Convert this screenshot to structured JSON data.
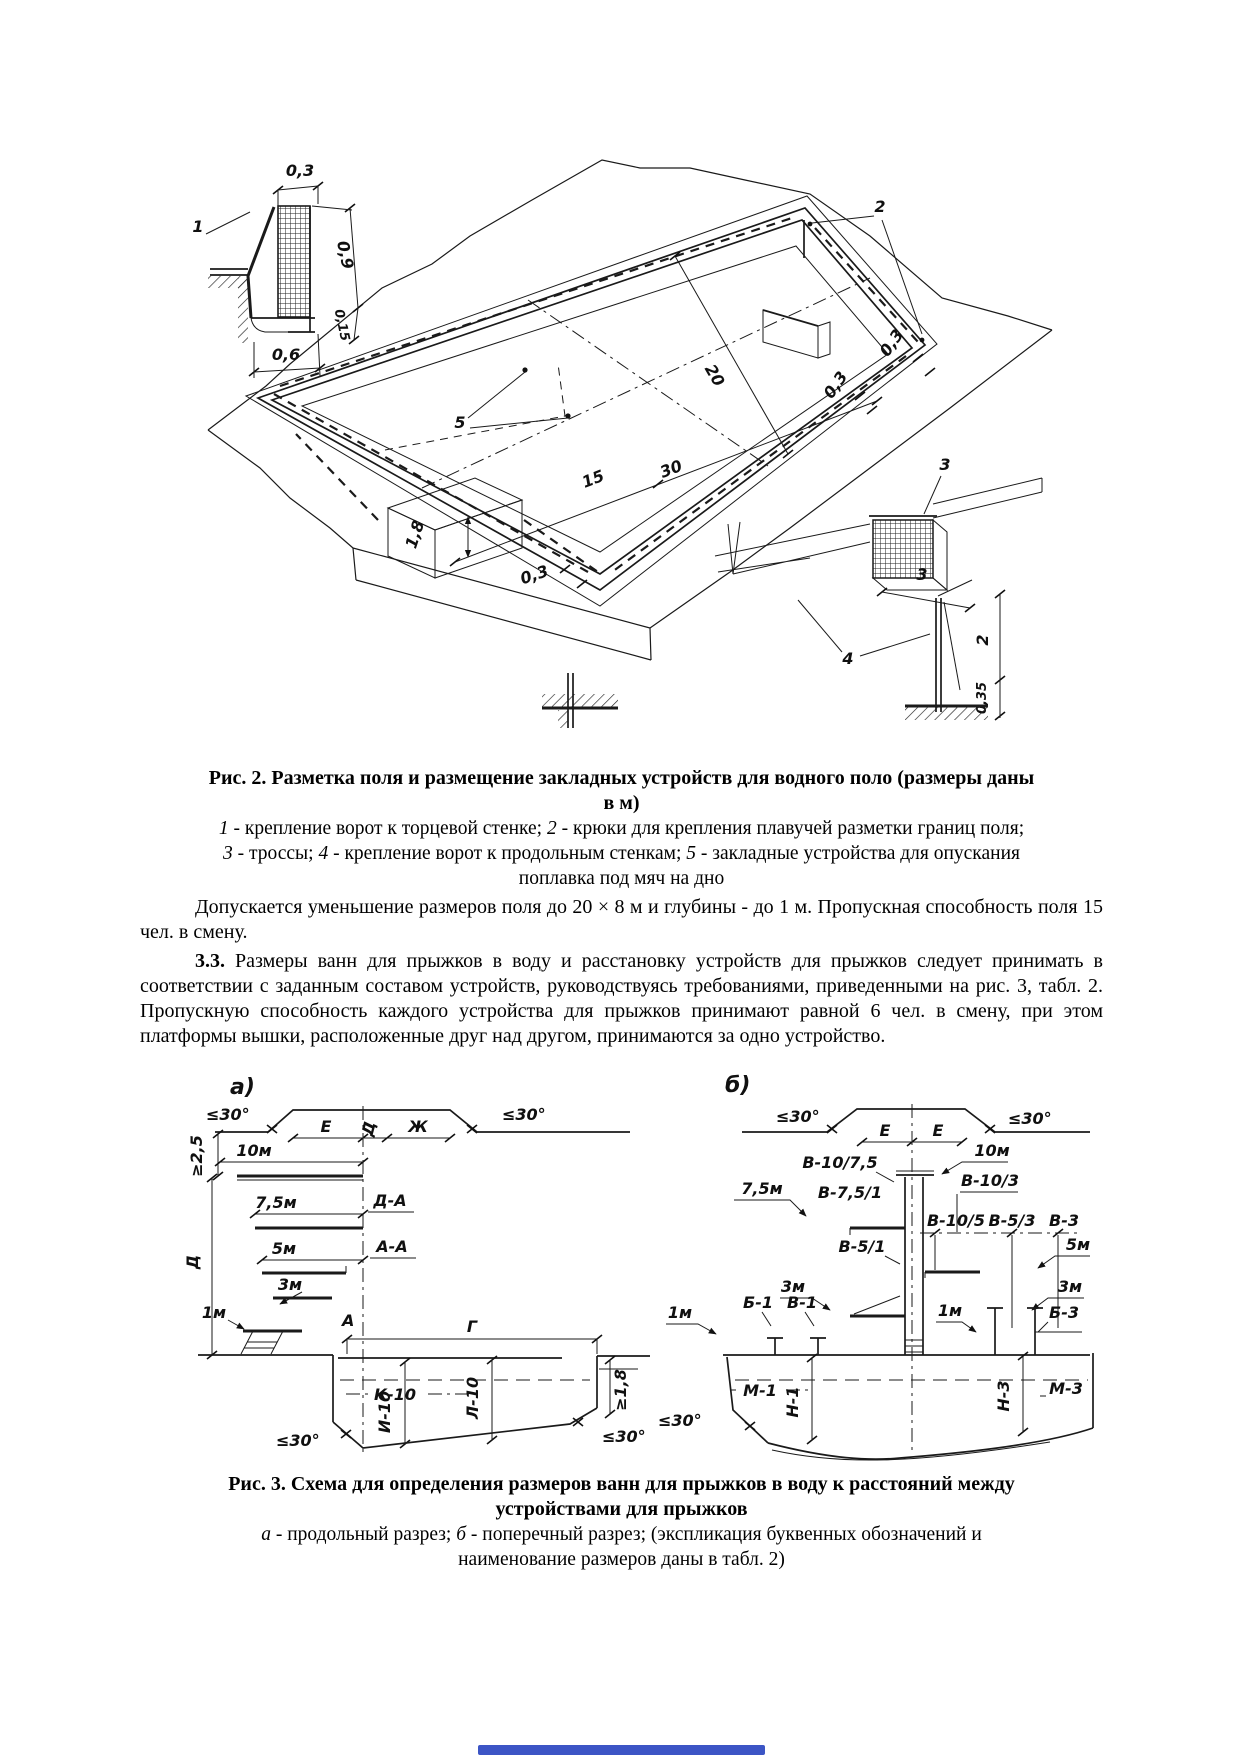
{
  "fig2": {
    "dims": {
      "d03": "0,3",
      "d09": "0,9",
      "d06": "0,6",
      "d015": "0,15",
      "d20": "20",
      "d30": "30",
      "d15": "15",
      "d18": "1,8",
      "d3": "3",
      "d2": "2",
      "d035": "0,35"
    },
    "callouts": {
      "c1": "1",
      "c2": "2",
      "c3": "3",
      "c4": "4",
      "c5": "5"
    },
    "caption": [
      "Рис. 2. Разметка поля и размещение закладных устройств для водного поло (размеры даны",
      "в м)"
    ],
    "legend": [
      [
        {
          "i": "1"
        },
        {
          "t": " - крепление ворот к торцевой стенке; "
        },
        {
          "i": "2"
        },
        {
          "t": " - крюки для крепления плавучей разметки границ поля;"
        }
      ],
      [
        {
          "i": "3"
        },
        {
          "t": " - троссы; "
        },
        {
          "i": "4"
        },
        {
          "t": " - крепление ворот к продольным стенкам; "
        },
        {
          "i": "5"
        },
        {
          "t": " - закладные устройства для опускания"
        }
      ],
      [
        {
          "t": "поплавка под мяч на дно"
        }
      ]
    ]
  },
  "paragraphs": {
    "p1": "Допускается уменьшение размеров поля до 20 × 8 м и глубины - до 1 м. Пропускная способность поля 15 чел. в смену.",
    "p2_num": "3.3.",
    "p2": " Размеры ванн для прыжков в воду и расстановку устройств для прыжков следует принимать в соответствии с заданным составом устройств, руководствуясь требованиями, приведенными на рис. 3, табл. 2. Пропускную способность каждого устройства для прыжков принимают равной 6 чел. в смену, при этом платформы вышки, расположенные друг над другом, принимаются за одно устройство."
  },
  "fig3": {
    "caption": [
      "Рис. 3. Схема для определения размеров ванн для прыжков в воду к расстояний между",
      "устройствами для прыжков"
    ],
    "legend": [
      [
        {
          "i": "а"
        },
        {
          "t": " - продольный разрез; "
        },
        {
          "i": "б"
        },
        {
          "t": " - поперечный разрез; (экспликация буквенных обозначений и"
        }
      ],
      [
        {
          "t": "наименование размеров даны в табл. 2)"
        }
      ]
    ],
    "sub_a": "а)",
    "sub_b": "б)",
    "angle": "≤30°",
    "a": {
      "E": "Е",
      "D": "Д",
      "Zh": "Ж",
      "ge25": "≥2,5",
      "m10": "10м",
      "m75": "7,5м",
      "DA": "Д-А",
      "m5": "5м",
      "AA": "А-А",
      "m3": "3м",
      "m1": "1м",
      "Dv": "Д",
      "A": "А",
      "G": "Г",
      "K10": "К-10",
      "I10": "И-10",
      "L10": "Л-10",
      "ge18": "≥1,8"
    },
    "b": {
      "E": "Е",
      "m10": "10м",
      "B10_75": "В-10/7,5",
      "B10_3": "В-10/3",
      "m75": "7,5м",
      "B75_1": "В-7,5/1",
      "B10_5": "В-10/5",
      "B5_3": "В-5/3",
      "B3": "В-3",
      "B5_1": "В-5/1",
      "m5": "5м",
      "m3": "3м",
      "m1": "1м",
      "B1": "Б-1",
      "V1": "В-1",
      "B3s": "Б-3",
      "M1": "М-1",
      "N1": "Н-1",
      "N3": "Н-3",
      "M3": "М-3"
    }
  }
}
